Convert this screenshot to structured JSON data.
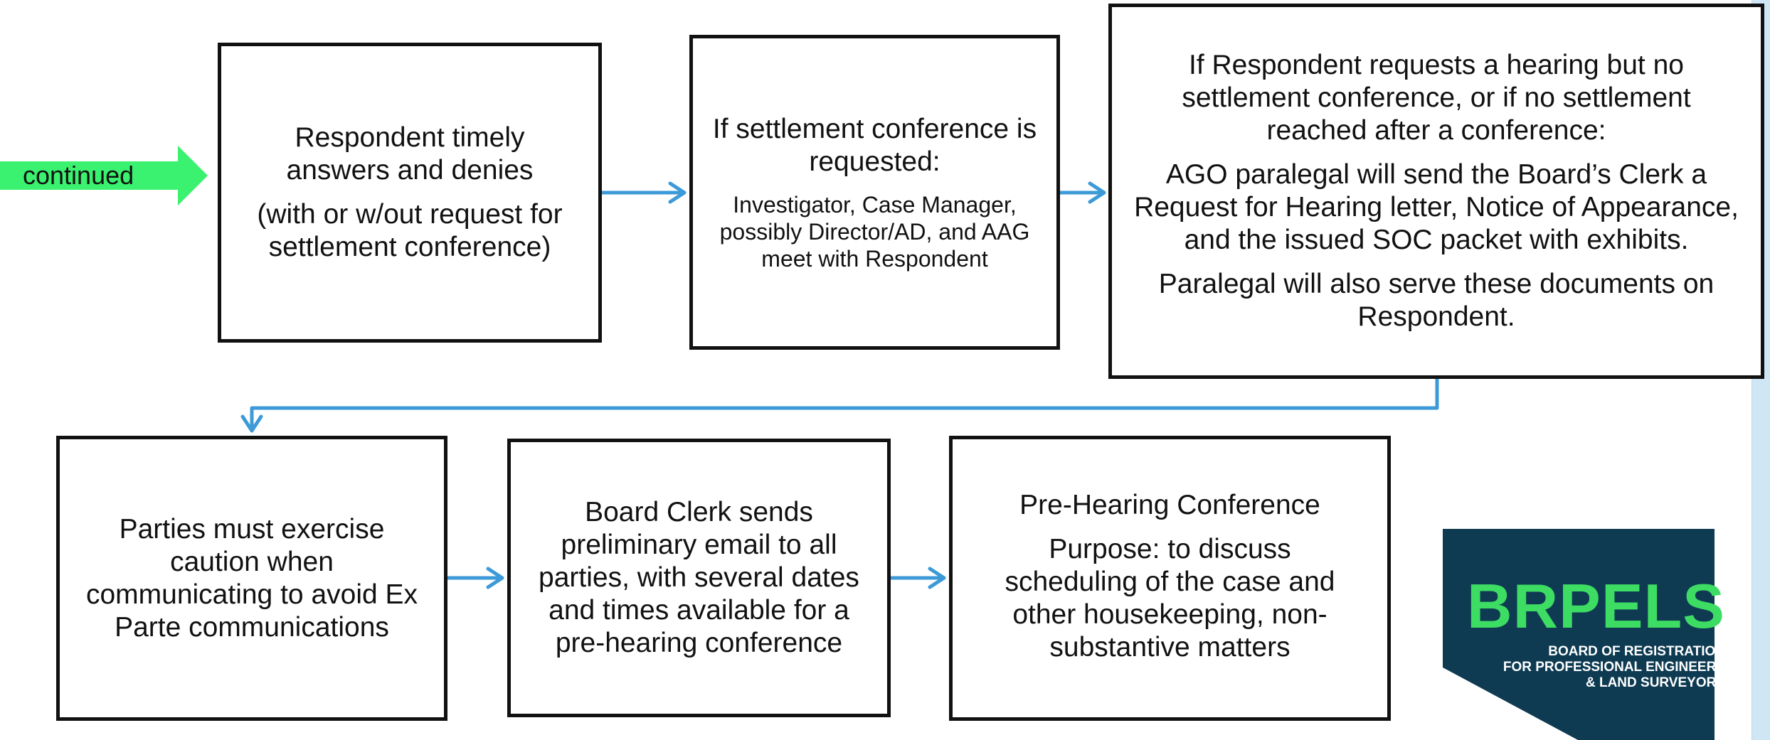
{
  "continued_label": "continued",
  "boxes": {
    "answer": {
      "lines": [
        "Respondent timely answers and denies",
        "(with or w/out request for settlement conference)"
      ]
    },
    "settlement": {
      "heading": "If settlement conference is requested:",
      "detail": "Investigator, Case Manager, possibly Director/AD, and AAG meet with Respondent"
    },
    "hearing_request": {
      "p1": "If Respondent requests a hearing but no settlement conference, or if no settlement reached after a conference:",
      "p2": "AGO paralegal will send the Board’s Clerk a Request for Hearing letter, Notice of Appearance, and the issued SOC packet with exhibits.",
      "p3": "Paralegal will also serve these documents on Respondent."
    },
    "ex_parte": {
      "text": "Parties must exercise caution when communicating to avoid Ex Parte communications"
    },
    "clerk_email": {
      "text": "Board Clerk sends preliminary email to all parties, with several dates and times available for a pre-hearing conference"
    },
    "pre_hearing": {
      "title": "Pre-Hearing Conference",
      "purpose": "Purpose: to discuss scheduling of the case and other housekeeping, non-substantive matters"
    }
  },
  "logo": {
    "name": "BRPELS",
    "line1": "BOARD OF REGISTRATION",
    "line2": "FOR PROFESSIONAL ENGINEERS",
    "line3": "& LAND SURVEYORS"
  },
  "colors": {
    "arrow": "#3d9ad8",
    "continued_arrow": "#3af26f",
    "logo_bg": "#0e3b52",
    "logo_accent": "#3ddc63"
  }
}
